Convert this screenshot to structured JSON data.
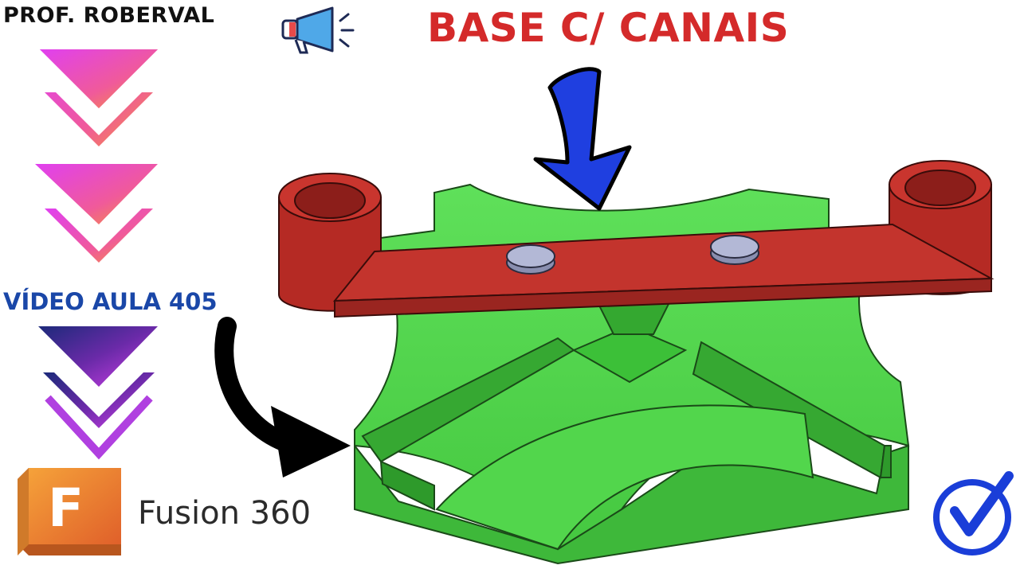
{
  "author": "PROF. ROBERVAL",
  "headline": "BASE C/ CANAIS",
  "lesson": "VÍDEO AULA 405",
  "software": {
    "logo_letter": "F",
    "name": "Fusion 360"
  },
  "icons": {
    "megaphone": "megaphone-icon",
    "check": "checkmark-icon"
  },
  "colors": {
    "headline": "#d42a2a",
    "lesson": "#1a47a8",
    "part_green": "#4fd44a",
    "part_red": "#c0302a",
    "arrow_blue": "#1f3fe0"
  }
}
